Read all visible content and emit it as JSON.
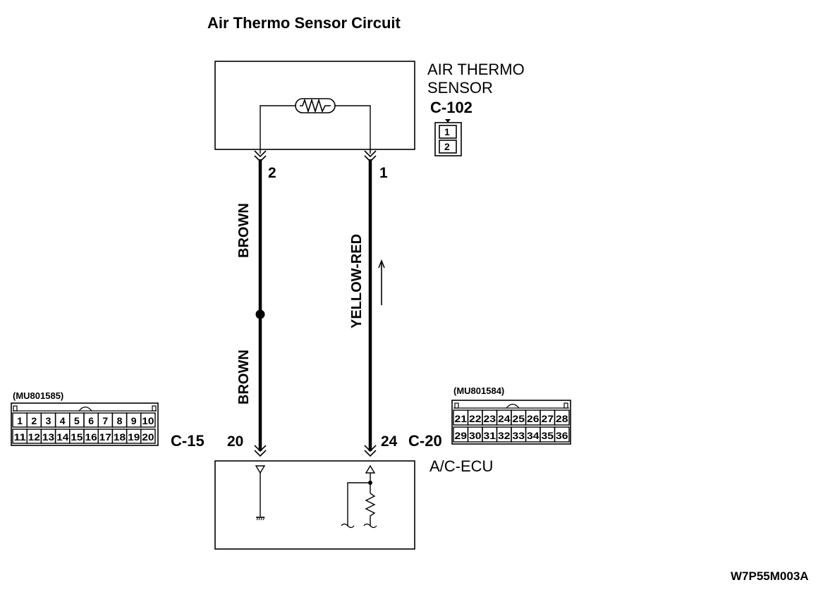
{
  "title": "Air Thermo Sensor Circuit",
  "sensor": {
    "name_line1": "AIR THERMO",
    "name_line2": "SENSOR",
    "connector": "C-102",
    "connector_pins": [
      "1",
      "2"
    ]
  },
  "wires": {
    "left": {
      "color": "BROWN",
      "color_lower": "BROWN",
      "top_pin": "2",
      "bottom_pin": "20"
    },
    "right": {
      "color": "YELLOW-RED",
      "top_pin": "1",
      "bottom_pin": "24"
    }
  },
  "ecu": {
    "name": "A/C-ECU",
    "left_connector": "C-15",
    "right_connector": "C-20"
  },
  "connector_c15": {
    "part_number": "(MU801585)",
    "row1": [
      "1",
      "2",
      "3",
      "4",
      "5",
      "6",
      "7",
      "8",
      "9",
      "10"
    ],
    "row2": [
      "11",
      "12",
      "13",
      "14",
      "15",
      "16",
      "17",
      "18",
      "19",
      "20"
    ]
  },
  "connector_c20": {
    "part_number": "(MU801584)",
    "row1": [
      "21",
      "22",
      "23",
      "24",
      "25",
      "26",
      "27",
      "28"
    ],
    "row2": [
      "29",
      "30",
      "31",
      "32",
      "33",
      "34",
      "35",
      "36"
    ]
  },
  "figure_code": "W7P55M003A"
}
